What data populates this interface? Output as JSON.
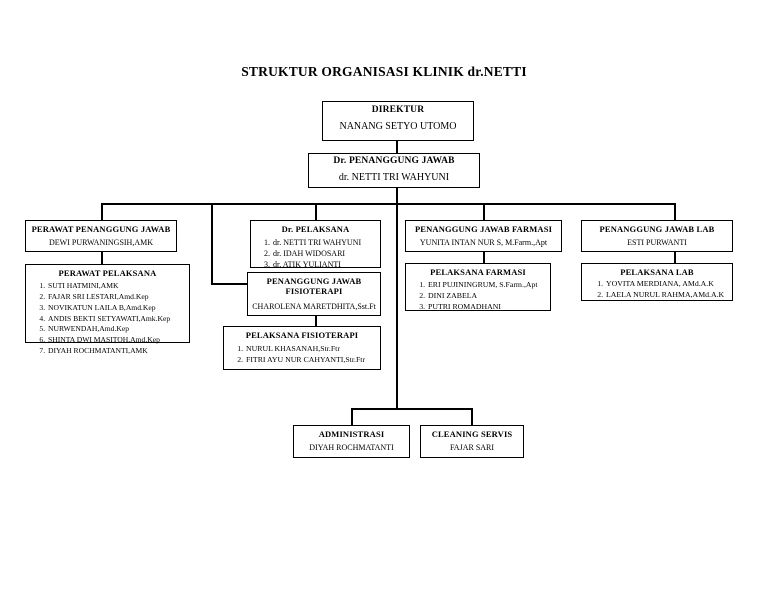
{
  "title": "STRUKTUR ORGANISASI KLINIK dr.NETTI",
  "nodes": {
    "direktur": {
      "header": "DIREKTUR",
      "name": "NANANG SETYO UTOMO"
    },
    "penanggung_jawab": {
      "header": "Dr. PENANGGUNG JAWAB",
      "name": "dr. NETTI TRI WAHYUNI"
    },
    "perawat_pj": {
      "header": "PERAWAT PENANGGUNG JAWAB",
      "name": "DEWI PURWANINGSIH,AMK"
    },
    "perawat_pelaksana": {
      "header": "PERAWAT PELAKSANA",
      "items": [
        "SUTI HATMINI,AMK",
        "FAJAR SRI LESTARI,Amd.Kep",
        "NOVIKATUN LAILA B,Amd.Kep",
        "ANDIS BEKTI SETYAWATI,Amk.Kep",
        "NURWENDAH,Amd.Kep",
        "SHINTA DWI MASITOH,Amd.Kep",
        "DIYAH ROCHMATANTI,AMK"
      ]
    },
    "dr_pelaksana": {
      "header": "Dr. PELAKSANA",
      "items": [
        "dr. NETTI TRI WAHYUNI",
        "dr. IDAH WIDOSARI",
        "dr. ATIK YULIANTI"
      ]
    },
    "pj_fisioterapi": {
      "header_line1": "PENANGGUNG JAWAB",
      "header_line2": "FISIOTERAPI",
      "name": "CHAROLENA MARETDHITA,Sst.Ft"
    },
    "pelaksana_fisioterapi": {
      "header": "PELAKSANA FISIOTERAPI",
      "items": [
        "NURUL KHASANAH,Str.Ftr",
        "FITRI AYU NUR CAHYANTI,Str.Ftr"
      ]
    },
    "pj_farmasi": {
      "header": "PENANGGUNG JAWAB FARMASI",
      "name": "YUNITA INTAN NUR S, M.Farm.,Apt"
    },
    "pelaksana_farmasi": {
      "header": "PELAKSANA FARMASI",
      "items": [
        "ERI PUJININGRUM, S.Farm.,Apt",
        "DINI ZABELA",
        "PUTRI ROMADHANI"
      ]
    },
    "pj_lab": {
      "header": "PENANGGUNG JAWAB LAB",
      "name": "ESTI PURWANTI"
    },
    "pelaksana_lab": {
      "header": "PELAKSANA LAB",
      "items": [
        "YOVITA MERDIANA, AMd.A.K",
        "LAELA NURUL RAHMA,AMd.A.K"
      ]
    },
    "administrasi": {
      "header": "ADMINISTRASI",
      "name": "DIYAH ROCHMATANTI"
    },
    "cleaning_servis": {
      "header": "CLEANING SERVIS",
      "name": "FAJAR SARI"
    }
  }
}
